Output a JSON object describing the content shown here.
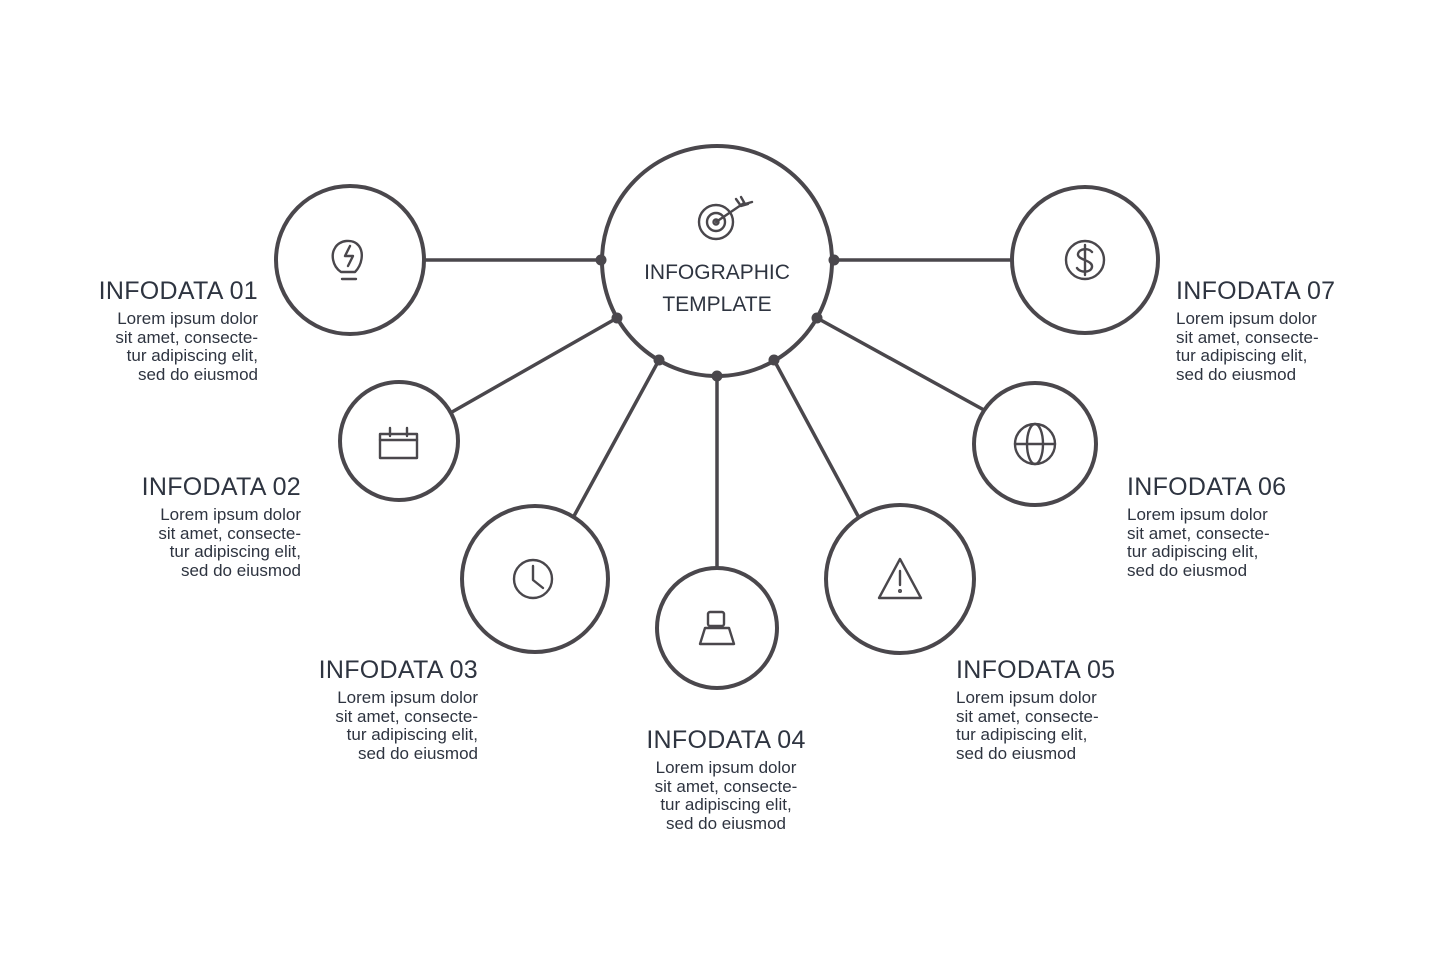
{
  "center": {
    "title_line1": "INFOGRAPHIC",
    "title_line2": "TEMPLATE",
    "icon": "target-icon"
  },
  "colors": {
    "stroke": "#4a474c",
    "text": "#2e3440",
    "background": "#ffffff"
  },
  "items": [
    {
      "title": "INFODATA 01",
      "icon": "lightbulb-icon",
      "lines": [
        "Lorem ipsum dolor",
        "sit amet, consecte-",
        "tur adipiscing elit,",
        "sed do eiusmod"
      ]
    },
    {
      "title": "INFODATA 02",
      "icon": "calendar-icon",
      "lines": [
        "Lorem ipsum dolor",
        "sit amet, consecte-",
        "tur adipiscing elit,",
        "sed do eiusmod"
      ]
    },
    {
      "title": "INFODATA 03",
      "icon": "clock-icon",
      "lines": [
        "Lorem ipsum dolor",
        "sit amet, consecte-",
        "tur adipiscing elit,",
        "sed do eiusmod"
      ]
    },
    {
      "title": "INFODATA 04",
      "icon": "user-icon",
      "lines": [
        "Lorem ipsum dolor",
        "sit amet, consecte-",
        "tur adipiscing elit,",
        "sed do eiusmod"
      ]
    },
    {
      "title": "INFODATA 05",
      "icon": "warning-icon",
      "lines": [
        "Lorem ipsum dolor",
        "sit amet, consecte-",
        "tur adipiscing elit,",
        "sed do eiusmod"
      ]
    },
    {
      "title": "INFODATA 06",
      "icon": "globe-icon",
      "lines": [
        "Lorem ipsum dolor",
        "sit amet, consecte-",
        "tur adipiscing elit,",
        "sed do eiusmod"
      ]
    },
    {
      "title": "INFODATA 07",
      "icon": "dollar-icon",
      "lines": [
        "Lorem ipsum dolor",
        "sit amet, consecte-",
        "tur adipiscing elit,",
        "sed do eiusmod"
      ]
    }
  ]
}
